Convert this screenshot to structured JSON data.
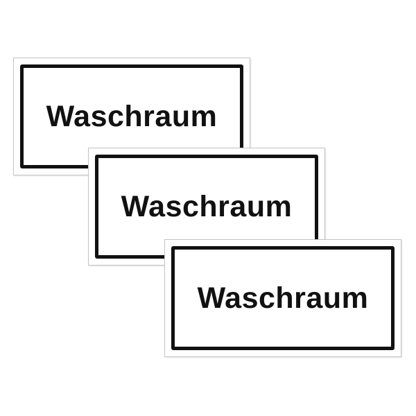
{
  "signs": [
    {
      "label": "Waschraum"
    },
    {
      "label": "Waschraum"
    },
    {
      "label": "Waschraum"
    }
  ],
  "colors": {
    "background": "#ffffff",
    "border": "#111111",
    "text": "#111111",
    "outline": "#c4c4c4"
  }
}
